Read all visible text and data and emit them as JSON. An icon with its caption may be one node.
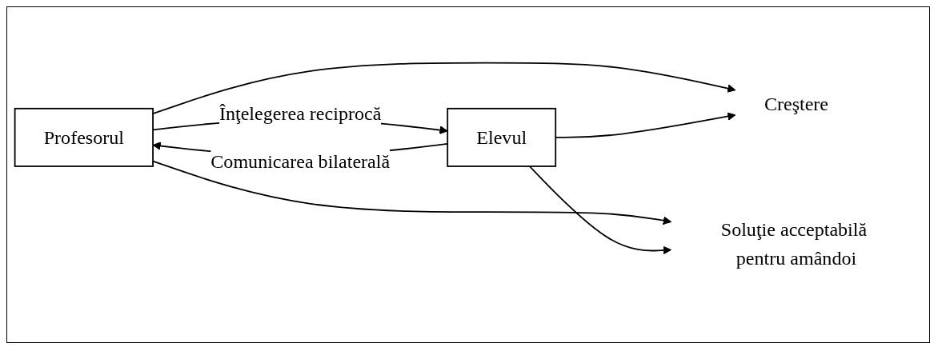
{
  "diagram": {
    "nodes": [
      {
        "text": [
          "Creştere"
        ]
      },
      {
        "text": [
          "Profesorul"
        ]
      },
      {
        "text": [
          "Elevul"
        ]
      },
      {
        "text": [
          "Soluţie acceptabilă pentru amândoi"
        ]
      }
    ],
    "edges": [
      {
        "from": 1,
        "to": 0,
        "arrow": "to"
      },
      {
        "from": 2,
        "to": 0,
        "arrow": "to"
      },
      {
        "from": 1,
        "to": 2,
        "arrow": "to",
        "label": "Înţelegerea reciprocă"
      },
      {
        "from": 2,
        "to": 1,
        "arrow": "to",
        "label": "Comunicarea bilaterală"
      },
      {
        "from": 1,
        "to": 3,
        "arrow": "to"
      },
      {
        "from": 2,
        "to": 3,
        "arrow": "to"
      }
    ]
  }
}
